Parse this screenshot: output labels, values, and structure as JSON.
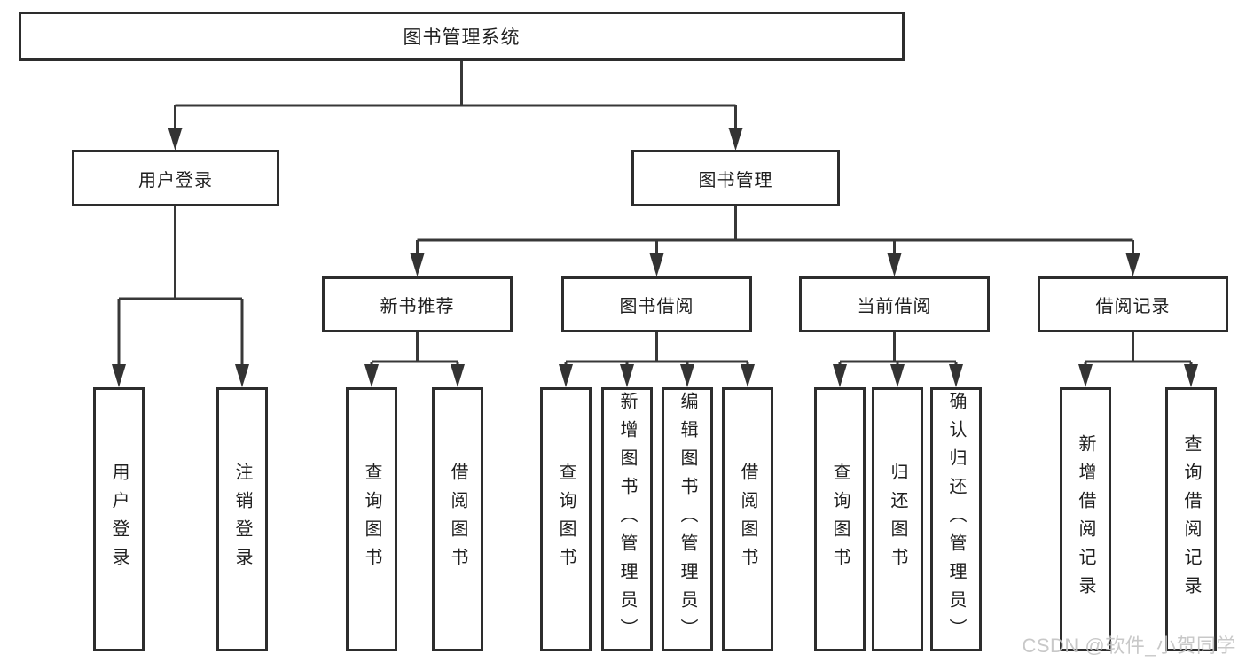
{
  "diagram": {
    "root": {
      "label": "图书管理系统"
    },
    "branches": [
      {
        "label": "用户登录",
        "children": [
          {
            "label": "用户登录"
          },
          {
            "label": "注销登录"
          }
        ]
      },
      {
        "label": "图书管理",
        "children": [
          {
            "label": "新书推荐",
            "children": [
              {
                "label": "查询图书"
              },
              {
                "label": "借阅图书"
              }
            ]
          },
          {
            "label": "图书借阅",
            "children": [
              {
                "label": "查询图书"
              },
              {
                "label": "新增图书（管理员）"
              },
              {
                "label": "编辑图书（管理员）"
              },
              {
                "label": "借阅图书"
              }
            ]
          },
          {
            "label": "当前借阅",
            "children": [
              {
                "label": "查询图书"
              },
              {
                "label": "归还图书"
              },
              {
                "label": "确认归还（管理员）"
              }
            ]
          },
          {
            "label": "借阅记录",
            "children": [
              {
                "label": "新增借阅记录"
              },
              {
                "label": "查询借阅记录"
              }
            ]
          }
        ]
      }
    ]
  },
  "watermark": {
    "text": "CSDN @软件_小贺同学"
  },
  "colors": {
    "box_border": "#2d2d2d",
    "connector_line": "#383838",
    "arrowhead": "#333333",
    "watermark_gray": "#c3c3c3",
    "background": "#ffffff"
  }
}
